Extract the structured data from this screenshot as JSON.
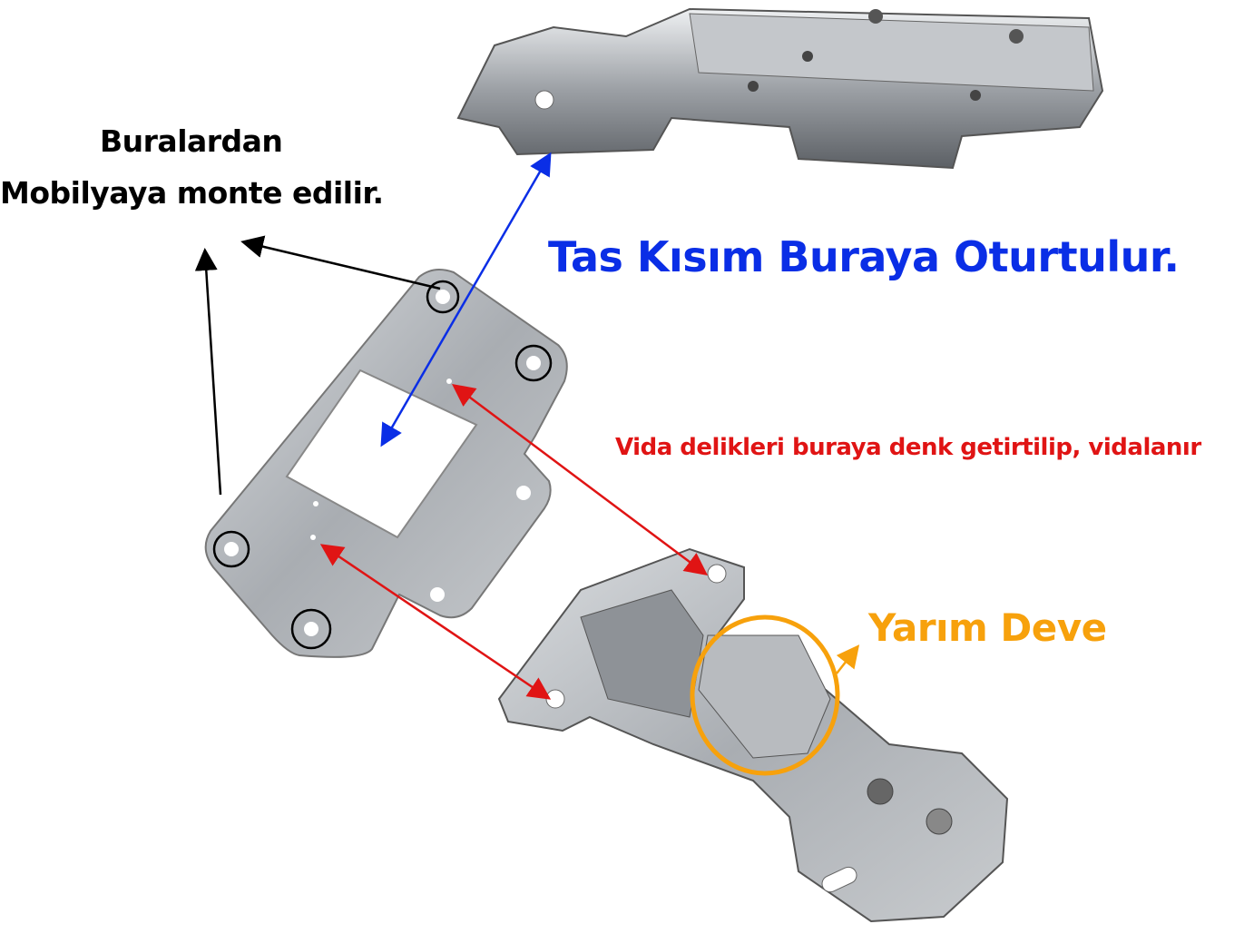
{
  "labels": {
    "mount_line1": "Buralardan",
    "mount_line2": "Mobilyaya monte edilir.",
    "cup_label": "Tas Kısım Buraya Oturtulur.",
    "screw_label": "Vida delikleri buraya denk getirtilip, vidalanır",
    "type_label": "Yarım Deve"
  },
  "colors": {
    "mount": "#000000",
    "cup": "#0a2ee6",
    "screw": "#e01414",
    "type": "#f7a10c"
  }
}
